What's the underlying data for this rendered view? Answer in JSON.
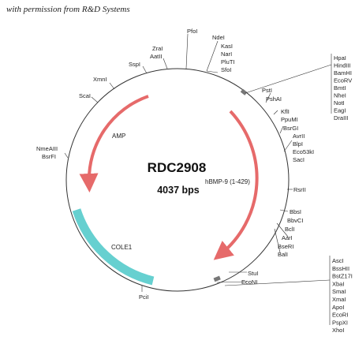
{
  "credit": "with permission from R&D Systems",
  "plasmid": {
    "name": "RDC2908",
    "size": "4037 bps"
  },
  "colors": {
    "backbone": "#333333",
    "amp": "#e66a6a",
    "insert": "#e66a6a",
    "ori": "#66d0d0",
    "marker": "#777777"
  },
  "features": {
    "amp": "AMP",
    "insert": "hBMP-9 (1-429)",
    "ori": "COLE1"
  },
  "sites": {
    "pfoi": "PfoI",
    "ndei": "NdeI",
    "kasi": "KasI",
    "nari": "NarI",
    "pluti": "PluTI",
    "sfoi": "SfoI",
    "zrai": "ZraI",
    "aatii": "AatII",
    "sspi": "SspI",
    "xmni": "XmnI",
    "scai": "ScaI",
    "nmeaiii": "NmeAIII",
    "bsrfi": "BsrFI",
    "psti": "PstI",
    "pshai": "PshAI",
    "kfli": "KflI",
    "ppumi": "PpuMI",
    "bsrgi": "BsrGI",
    "avrii": "AvrII",
    "blpi": "BlpI",
    "eco53ki": "Eco53kI",
    "saci": "SacI",
    "rsrii": "RsrII",
    "bbsi": "BbsI",
    "bbvci": "BbvCI",
    "bcli": "BclI",
    "aari": "AarI",
    "bseri": "BseRI",
    "bali": "BalI",
    "stui": "StuI",
    "econi": "EcoNI",
    "pcii": "PciI"
  },
  "site_groups": {
    "top": [
      "HpaI",
      "HindIII",
      "BamHI",
      "EcoRV",
      "BmtI",
      "NheI",
      "NotI",
      "EagI",
      "DraIII"
    ],
    "bottom": [
      "AscI",
      "BssHII",
      "BstZ17I",
      "XbaI",
      "SmaI",
      "XmaI",
      "ApoI",
      "EcoRI",
      "PspXI",
      "XhoI"
    ]
  }
}
